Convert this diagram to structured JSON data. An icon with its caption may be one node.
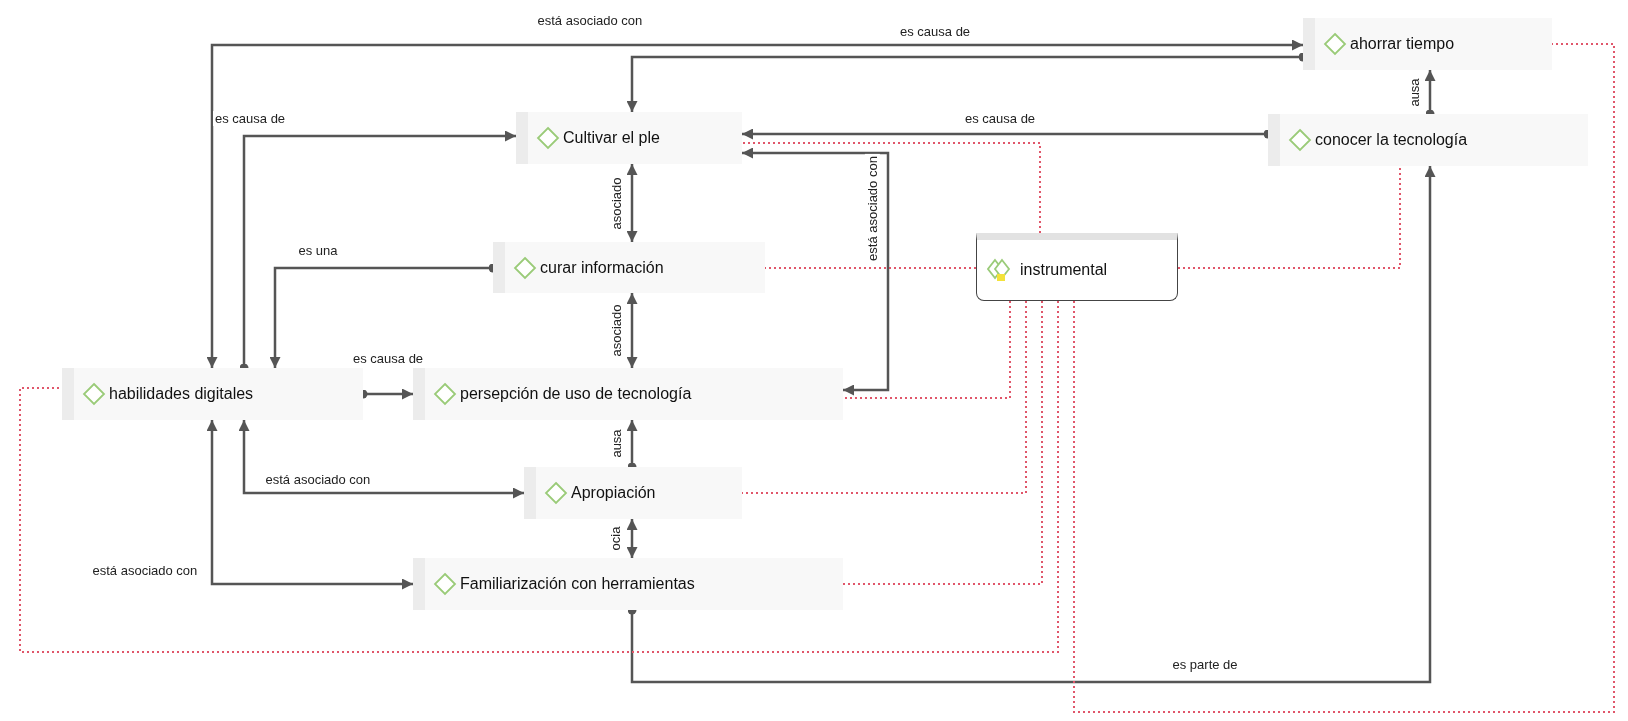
{
  "diagram": {
    "nodes": [
      {
        "text": [
          "ahorrar tiempo"
        ]
      },
      {
        "text": [
          "Cultivar el ple"
        ]
      },
      {
        "text": [
          "conocer la tecnología"
        ]
      },
      {
        "text": [
          "curar información"
        ]
      },
      {
        "text": [
          "instrumental"
        ]
      },
      {
        "text": [
          "habilidades digitales"
        ]
      },
      {
        "text": [
          "persepción de uso de tecnología"
        ]
      },
      {
        "text": [
          "Apropiación"
        ]
      },
      {
        "text": [
          "Familiarización con herramientas"
        ]
      }
    ],
    "edges": [
      {
        "from": 5,
        "to": 0,
        "arrow": "both",
        "label": "está asociado con"
      },
      {
        "from": 0,
        "to": 1,
        "arrow": "to",
        "label": "es causa de"
      },
      {
        "from": 5,
        "to": 1,
        "arrow": "to",
        "label": "es causa de"
      },
      {
        "from": 2,
        "to": 1,
        "arrow": "to",
        "label": "es causa de"
      },
      {
        "from": 1,
        "to": 3,
        "arrow": "both",
        "label": "asociado"
      },
      {
        "from": 3,
        "to": 5,
        "arrow": "to",
        "label": "es una"
      },
      {
        "from": 3,
        "to": 6,
        "arrow": "both",
        "label": "asociado"
      },
      {
        "from": 1,
        "to": 6,
        "arrow": "both",
        "label": "está asociado con"
      },
      {
        "from": 5,
        "to": 6,
        "arrow": "to",
        "label": "es causa de"
      },
      {
        "from": 7,
        "to": 6,
        "arrow": "to",
        "label": "ausa"
      },
      {
        "from": 5,
        "to": 7,
        "arrow": "both",
        "label": "está asociado con"
      },
      {
        "from": 7,
        "to": 8,
        "arrow": "both",
        "label": "ocia"
      },
      {
        "from": 5,
        "to": 8,
        "arrow": "both",
        "label": "está asociado con"
      },
      {
        "from": 8,
        "to": 2,
        "arrow": "to",
        "label": "es parte de"
      },
      {
        "from": 2,
        "to": 0,
        "arrow": "to",
        "label": "ausa"
      },
      {
        "from": 4,
        "to": 1,
        "arrow": "none",
        "style": "dashed",
        "color": "#e0566a"
      },
      {
        "from": 4,
        "to": 3,
        "arrow": "none",
        "style": "dashed",
        "color": "#e0566a"
      },
      {
        "from": 4,
        "to": 2,
        "arrow": "none",
        "style": "dashed",
        "color": "#e0566a"
      },
      {
        "from": 4,
        "to": 6,
        "arrow": "none",
        "style": "dashed",
        "color": "#e0566a"
      },
      {
        "from": 4,
        "to": 7,
        "arrow": "none",
        "style": "dashed",
        "color": "#e0566a"
      },
      {
        "from": 4,
        "to": 8,
        "arrow": "none",
        "style": "dashed",
        "color": "#e0566a"
      },
      {
        "from": 4,
        "to": 5,
        "arrow": "none",
        "style": "dashed",
        "color": "#e0566a"
      },
      {
        "from": 4,
        "to": 0,
        "arrow": "none",
        "style": "dashed",
        "color": "#e0566a"
      }
    ]
  }
}
